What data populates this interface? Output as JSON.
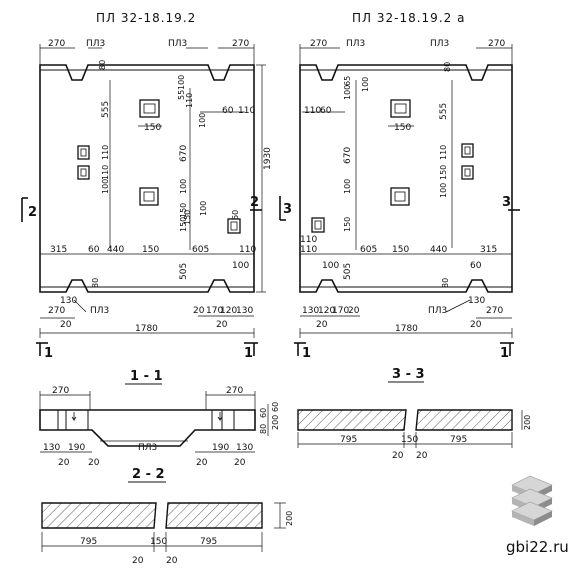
{
  "plan_left": {
    "title": "ПЛ 32-18.19.2",
    "top": {
      "d270a": "270",
      "pl3a": "ПЛ3",
      "pl3b": "ПЛ3",
      "d270b": "270",
      "d80": "80"
    },
    "holes_right": {
      "d1": "100",
      "d2": "110",
      "d3": "55",
      "d4": "60",
      "d5": "110",
      "d6": "100"
    },
    "vert": {
      "d555": "555",
      "d670": "670",
      "d100a": "100",
      "d100b": "100",
      "d100c": "100",
      "d150a": "150",
      "d150b": "150",
      "d1930": "1930",
      "d505": "505",
      "d80": "80",
      "d110a": "110",
      "d110b": "110"
    },
    "horiz": {
      "d315": "315",
      "d60": "60",
      "d440": "440",
      "d150a": "150",
      "d605": "605",
      "d150b": "150",
      "d100": "100",
      "d150c": "150",
      "d60b": "60",
      "d110": "110"
    },
    "bottom": {
      "d270": "270",
      "pl3": "ПЛ3",
      "d20a": "20",
      "d20b": "20",
      "d1780": "1780",
      "d130a": "130",
      "d20c": "20",
      "d170": "170",
      "d120": "120",
      "d130b": "130"
    },
    "cut2": "2",
    "cut3": "3",
    "cut1l": "1",
    "cut1r": "1"
  },
  "plan_right": {
    "title": "ПЛ 32-18.19.2 а",
    "top": {
      "d270a": "270",
      "pl3a": "ПЛ3",
      "pl3b": "ПЛ3",
      "d270b": "270",
      "d80": "80"
    },
    "left": {
      "d110a": "110",
      "d60a": "60",
      "d100a": "100",
      "d65": "65",
      "d100b": "100",
      "d100c": "100",
      "d150": "150",
      "d110b": "110",
      "d100d": "100"
    },
    "vert": {
      "d555": "555",
      "d670": "670",
      "d110": "110",
      "d150a": "150",
      "d505": "505",
      "d80": "80",
      "d100": "100"
    },
    "horiz": {
      "d110": "110",
      "d605": "605",
      "d150a": "150",
      "d440": "440",
      "d315": "315",
      "d150b": "150",
      "d60": "60"
    },
    "bottom": {
      "d130a": "130",
      "d20a": "20",
      "d120": "120",
      "d170": "170",
      "d20b": "20",
      "d1780": "1780",
      "d20c": "20",
      "d270": "270",
      "pl3": "ПЛ3",
      "d130b": "130"
    },
    "cut3": "3",
    "cut1l": "1",
    "cut1r": "1"
  },
  "section_1": {
    "title": "1 - 1",
    "d270a": "270",
    "d270b": "270",
    "pl3": "ПЛ3",
    "d130a": "130",
    "d190a": "190",
    "d20a": "20",
    "d20b": "20",
    "d20c": "20",
    "d190b": "190",
    "d130b": "130",
    "d20d": "20",
    "d60": "60",
    "d80": "80",
    "d200": "200",
    "d60b": "60"
  },
  "section_3": {
    "title": "3 - 3",
    "d795a": "795",
    "d150": "150",
    "d20a": "20",
    "d20b": "20",
    "d795b": "795",
    "d200": "200"
  },
  "section_2": {
    "title": "2 - 2",
    "d795a": "795",
    "d150": "150",
    "d20a": "20",
    "d20b": "20",
    "d795b": "795",
    "d200": "200"
  },
  "watermark": {
    "text": "gbi22.ru"
  }
}
